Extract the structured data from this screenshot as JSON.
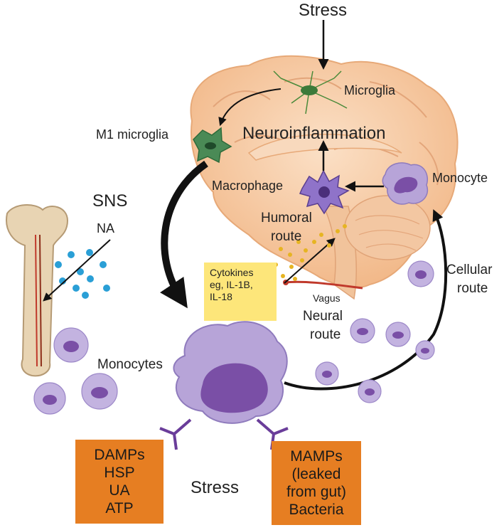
{
  "labels": {
    "stress_top": "Stress",
    "microglia": "Microglia",
    "m1_microglia": "M1 microglia",
    "neuroinflammation": "Neuroinflammation",
    "macrophage": "Macrophage",
    "monocyte": "Monocyte",
    "sns": "SNS",
    "na": "NA",
    "humoral_route": [
      "Humoral",
      "route"
    ],
    "cellular_route": [
      "Cellular",
      "route"
    ],
    "vagus": "Vagus",
    "neural_route": [
      "Neural",
      "route"
    ],
    "monocytes": "Monocytes",
    "stress_bottom": "Stress"
  },
  "cytokines_box": [
    "Cytokines",
    "eg, IL-1B,",
    "IL-18"
  ],
  "damps_box": [
    "DAMPs",
    "HSP",
    "UA",
    "ATP"
  ],
  "mamps_box": [
    "MAMPs",
    "(leaked",
    "from gut)",
    "Bacteria"
  ],
  "colors": {
    "brain": "#f6c9a0",
    "monocyte_body": "#b7a4d8",
    "monocyte_nucleus": "#7a4fa6",
    "orange_box": "#e67e22",
    "yellow_box": "#fde67a",
    "sns_dots": "#2a9fd6"
  }
}
